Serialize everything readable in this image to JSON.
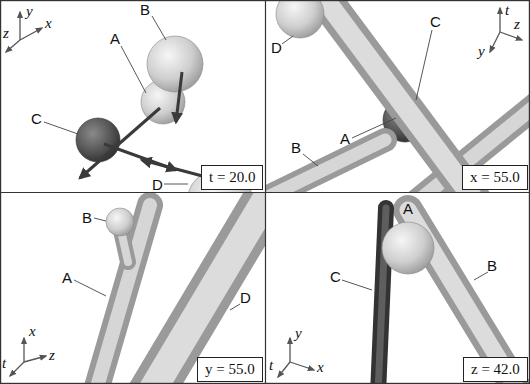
{
  "diagram": {
    "nodes": [
      {
        "text": [
          "t = 20.0"
        ]
      },
      {
        "text": [
          "x = 55.0"
        ]
      },
      {
        "text": [
          "y = 55.0"
        ]
      },
      {
        "text": [
          "z = 42.0"
        ]
      }
    ],
    "labels": [
      "B",
      "A",
      "C",
      "D",
      "y",
      "z",
      "x",
      "D",
      "C",
      "A",
      "B",
      "t",
      "z",
      "y",
      "B",
      "A",
      "D",
      "x",
      "t",
      "z",
      "A",
      "C",
      "B",
      "y",
      "t",
      "x"
    ]
  }
}
